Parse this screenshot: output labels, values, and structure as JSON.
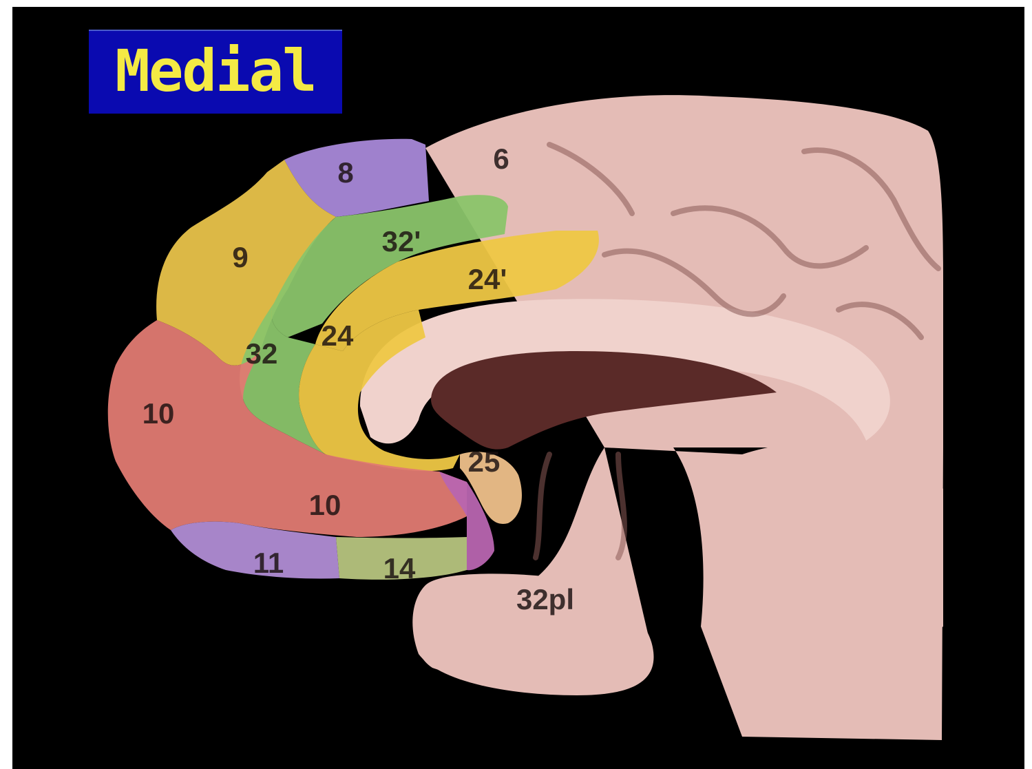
{
  "title": "Medial",
  "colors": {
    "background": "#000000",
    "title_box": "#0a0ab0",
    "title_text": "#f4ea44",
    "tissue": "#e4bcb6",
    "tissue_dark": "#5a2a28",
    "area_8": "#a888d8",
    "area_9": "#e8c24a",
    "area_32": "#8ac46a",
    "area_24": "#eec744",
    "area_10": "#e07a72",
    "area_11": "#b08cd4",
    "area_14": "#b6c47e",
    "area_25": "#eec08a"
  },
  "labels": {
    "a6": "6",
    "a8": "8",
    "a9": "9",
    "a32p": "32'",
    "a24p": "24'",
    "a24": "24",
    "a32": "32",
    "a10a": "10",
    "a10b": "10",
    "a25": "25",
    "a11": "11",
    "a14": "14",
    "a32pl": "32pl"
  }
}
